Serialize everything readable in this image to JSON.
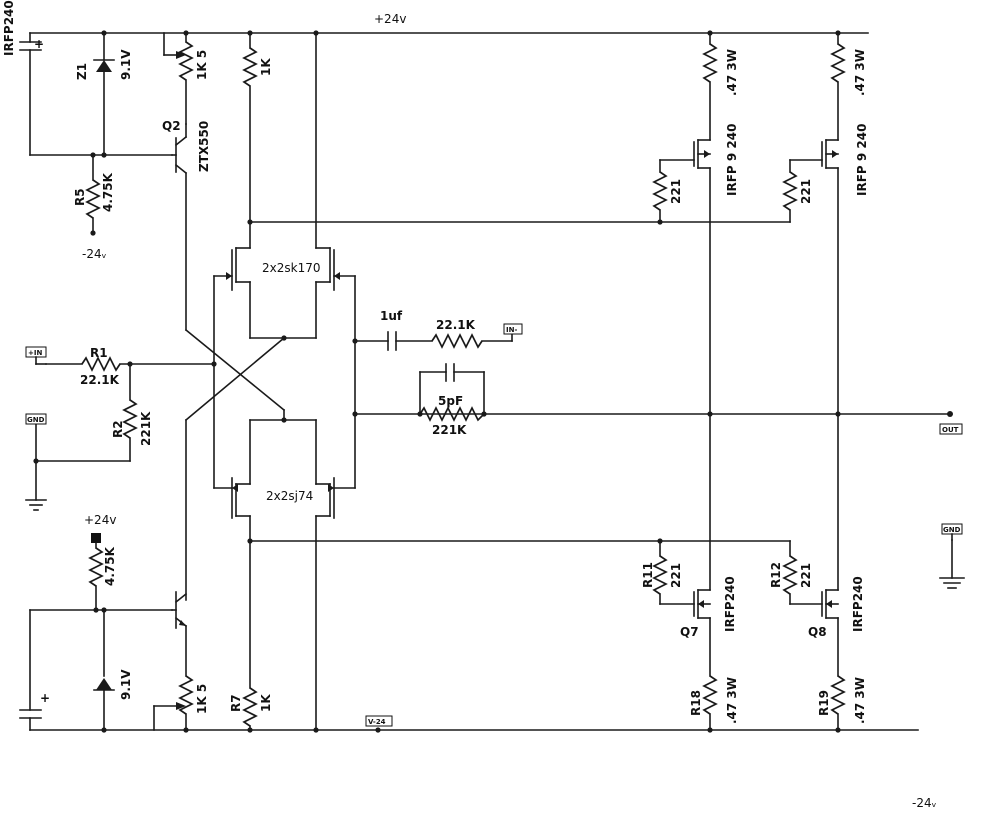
{
  "rails": {
    "positive": "+24v",
    "positive_small": "+24v",
    "negative_small": "-24ᵥ",
    "negative_bottom": "-24ᵥ",
    "negative_bus": "V-24"
  },
  "ports": {
    "input": "+IN",
    "gnd_left": "GND",
    "feedback": "IN-",
    "output": "OUT",
    "gnd_right": "GND"
  },
  "components": {
    "top_cap_pol": "+",
    "bottom_cap_pol": "+",
    "top_cap_note": "IRFP240",
    "z1_ref": "Z1",
    "z1_val": "9.1V",
    "z2_val": "9.1V",
    "q2_ref": "Q2",
    "q2_part": "ZTX550",
    "r5_ref": "R5",
    "r5_val": "4.75K",
    "r_bias_bottom_val": "4.75K",
    "pot_top_val": "1K 5",
    "pot_bottom_val": "1K 5",
    "r_top_1k": "1K",
    "r7_ref": "R7",
    "r7_val": "1K",
    "jfet_top": "2x2sk170",
    "jfet_bottom": "2x2sj74",
    "r1_ref": "R1",
    "r1_val": "22.1K",
    "r2_ref": "R2",
    "r2_val": "221K",
    "c_fb_val": "1uf",
    "r_fb_val": "22.1K",
    "c_comp_val": "5pF",
    "r_comp_val": "221K",
    "gate_r_top1": "221",
    "gate_r_top2": "221",
    "mos_top1": "IRFP 9 240",
    "mos_top2": "IRFP 9 240",
    "src_r_top1": ".47 3W",
    "src_r_top2": ".47 3W",
    "r11_ref": "R11",
    "r11_val": "221",
    "r12_ref": "R12",
    "r12_val": "221",
    "q7_ref": "Q7",
    "q7_part": "IRFP240",
    "q8_ref": "Q8",
    "q8_part": "IRFP240",
    "r18_ref": "R18",
    "r18_val": ".47 3W",
    "r19_ref": "R19",
    "r19_val": ".47 3W"
  }
}
